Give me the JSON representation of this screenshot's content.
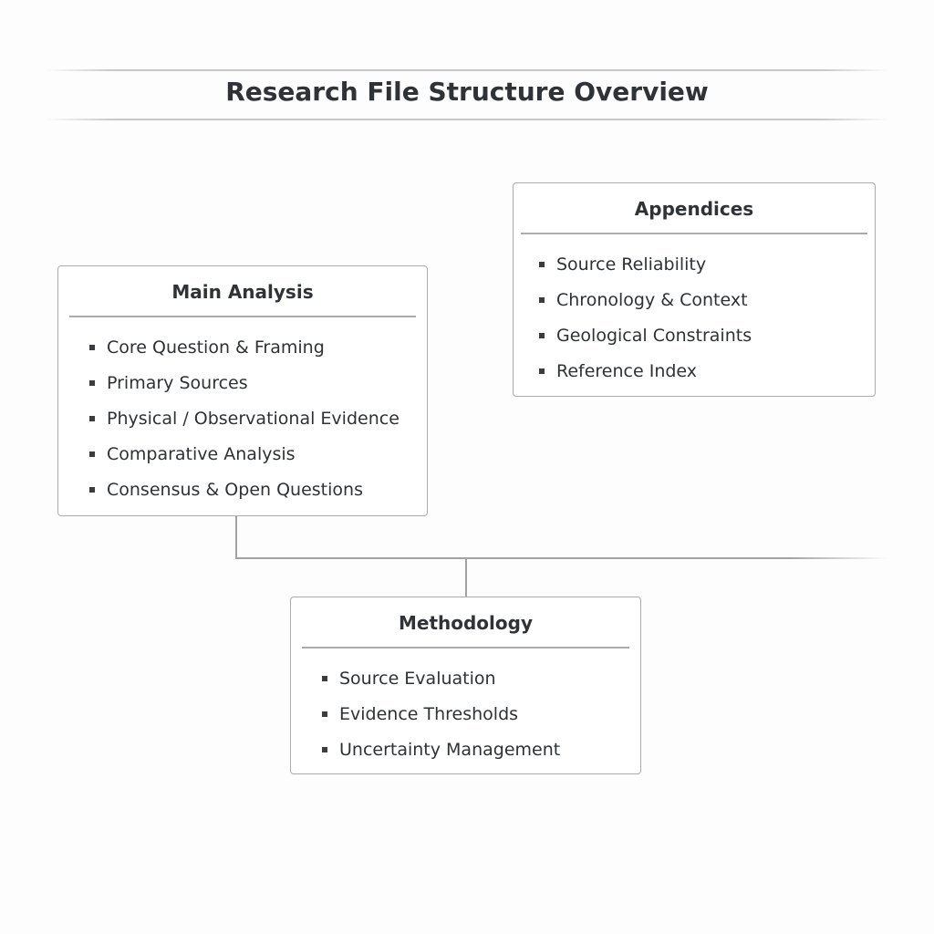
{
  "title": "Research File Structure Overview",
  "boxes": {
    "main": {
      "title": "Main Analysis",
      "items": [
        "Core Question & Framing",
        "Primary Sources",
        "Physical / Observational Evidence",
        "Comparative Analysis",
        "Consensus & Open Questions"
      ]
    },
    "appendices": {
      "title": "Appendices",
      "items": [
        "Source Reliability",
        "Chronology & Context",
        "Geological Constraints",
        "Reference Index"
      ]
    },
    "methodology": {
      "title": "Methodology",
      "items": [
        "Source Evaluation",
        "Evidence Thresholds",
        "Uncertainty Management"
      ]
    }
  }
}
